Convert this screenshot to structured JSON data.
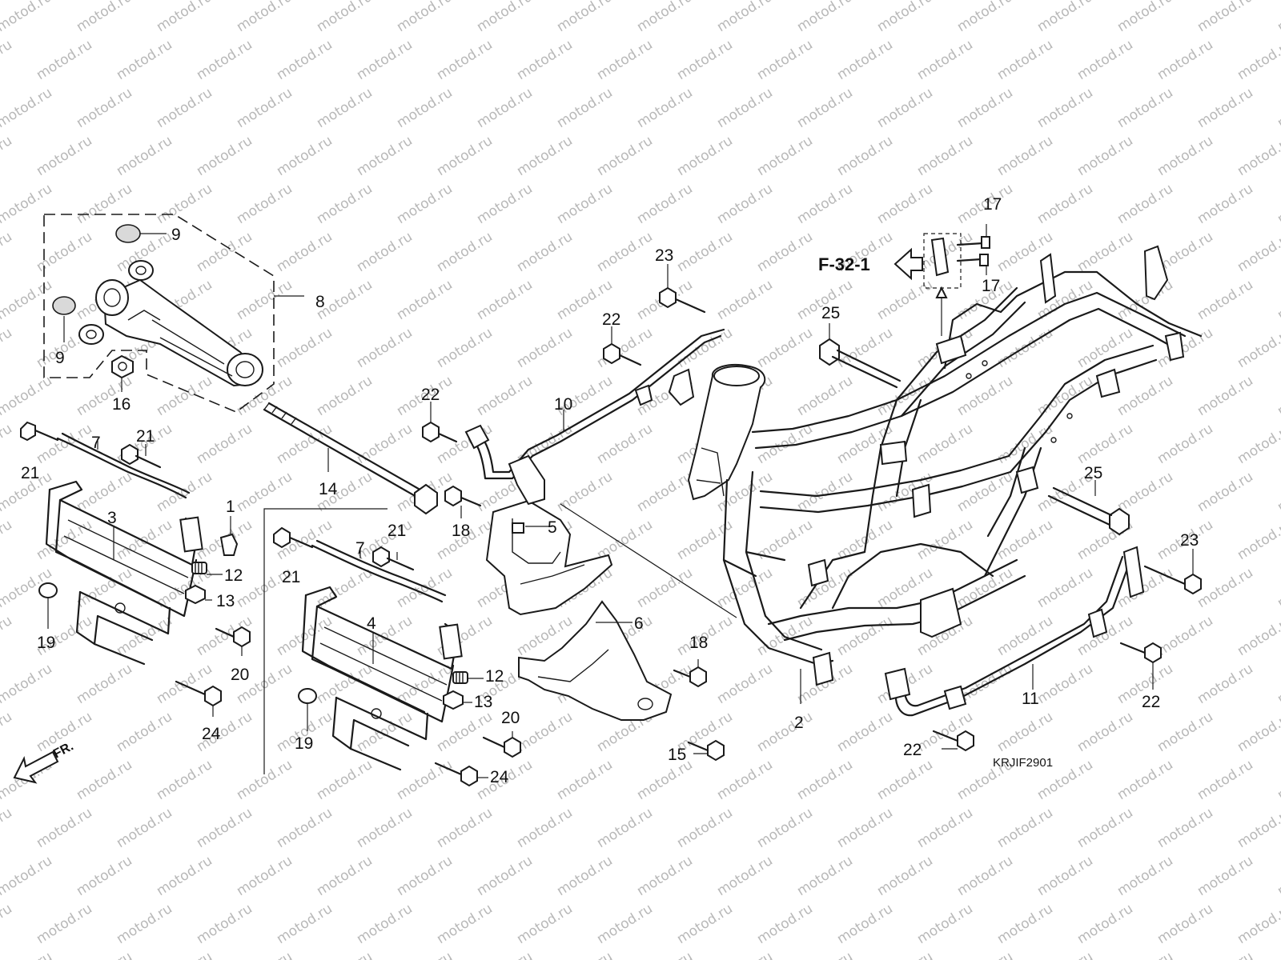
{
  "watermark": "motod.ru",
  "diagram_code": "KRJIF2901",
  "reference": "F-32-1",
  "front_indicator": "FR.",
  "callouts": [
    {
      "id": "c1",
      "label": "1"
    },
    {
      "id": "c2",
      "label": "2"
    },
    {
      "id": "c3",
      "label": "3"
    },
    {
      "id": "c4",
      "label": "4"
    },
    {
      "id": "c5",
      "label": "5"
    },
    {
      "id": "c6",
      "label": "6"
    },
    {
      "id": "c7a",
      "label": "7"
    },
    {
      "id": "c7b",
      "label": "7"
    },
    {
      "id": "c8",
      "label": "8"
    },
    {
      "id": "c9a",
      "label": "9"
    },
    {
      "id": "c9b",
      "label": "9"
    },
    {
      "id": "c10",
      "label": "10"
    },
    {
      "id": "c11",
      "label": "11"
    },
    {
      "id": "c12a",
      "label": "12"
    },
    {
      "id": "c12b",
      "label": "12"
    },
    {
      "id": "c13a",
      "label": "13"
    },
    {
      "id": "c13b",
      "label": "13"
    },
    {
      "id": "c14",
      "label": "14"
    },
    {
      "id": "c15",
      "label": "15"
    },
    {
      "id": "c16",
      "label": "16"
    },
    {
      "id": "c17a",
      "label": "17"
    },
    {
      "id": "c17b",
      "label": "17"
    },
    {
      "id": "c18a",
      "label": "18"
    },
    {
      "id": "c18b",
      "label": "18"
    },
    {
      "id": "c19a",
      "label": "19"
    },
    {
      "id": "c19b",
      "label": "19"
    },
    {
      "id": "c20a",
      "label": "20"
    },
    {
      "id": "c20b",
      "label": "20"
    },
    {
      "id": "c21a",
      "label": "21"
    },
    {
      "id": "c21b",
      "label": "21"
    },
    {
      "id": "c21c",
      "label": "21"
    },
    {
      "id": "c21d",
      "label": "21"
    },
    {
      "id": "c22a",
      "label": "22"
    },
    {
      "id": "c22b",
      "label": "22"
    },
    {
      "id": "c22c",
      "label": "22"
    },
    {
      "id": "c22d",
      "label": "22"
    },
    {
      "id": "c23a",
      "label": "23"
    },
    {
      "id": "c23b",
      "label": "23"
    },
    {
      "id": "c24a",
      "label": "24"
    },
    {
      "id": "c24b",
      "label": "24"
    },
    {
      "id": "c25a",
      "label": "25"
    },
    {
      "id": "c25b",
      "label": "25"
    }
  ]
}
